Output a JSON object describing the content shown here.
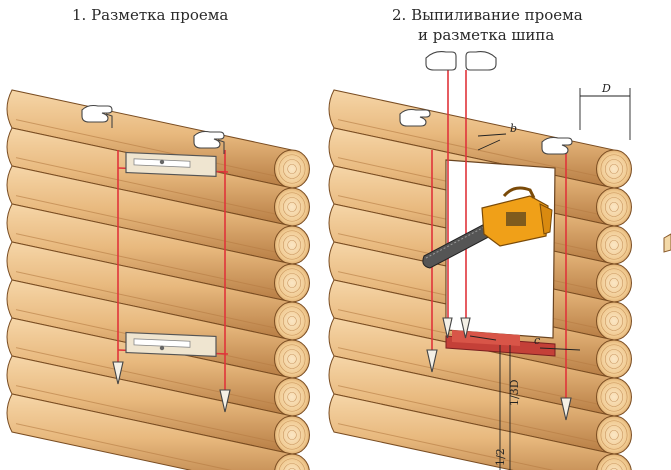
{
  "captions": {
    "step1": "1. Разметка проема",
    "step2_line1": "2. Выпиливание проема",
    "step2_line2": "и разметка шипа"
  },
  "dimensions": {
    "d": "D",
    "b": "b",
    "c": "c",
    "third": "1/3D",
    "half": "1/2"
  },
  "colors": {
    "log_light": "#efc99a",
    "log_mid": "#e0ab6d",
    "log_dark": "#b67c43",
    "end_light": "#f6dcb2",
    "outline": "#7a4d22",
    "mark_line": "#e0343a",
    "saw_body": "#f0a018",
    "background": "#ffffff"
  },
  "icons": [
    "hand-icon",
    "level-tool-icon",
    "plumb-bob-icon",
    "chainsaw-icon"
  ]
}
